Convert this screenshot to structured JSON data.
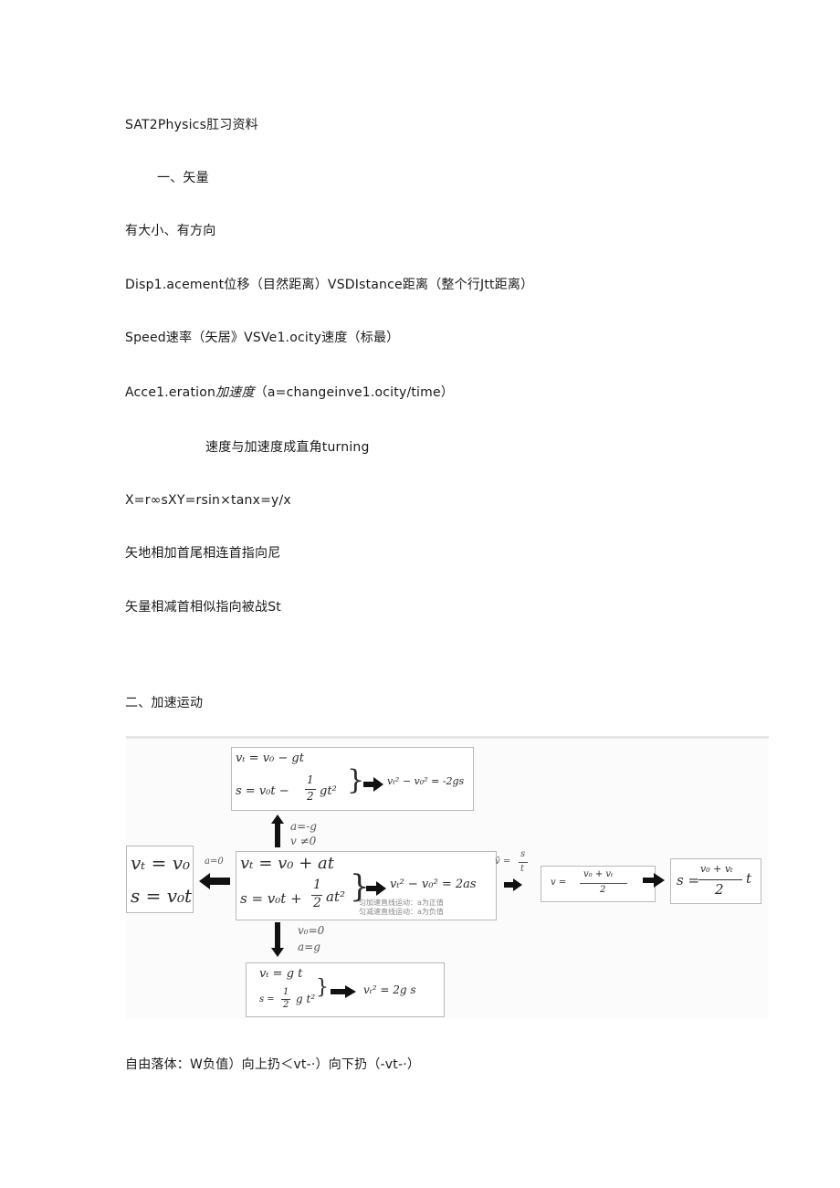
{
  "lines": {
    "title": "SAT2Physics肛习资料",
    "heading1": "一、矢量",
    "l1": "有大小、有方向",
    "l2": "Disp1.acement位移（目然距离）VSDIstance距离（整个行Jtt距离）",
    "l3": "Speed速率（矢居》VSVe1.ocity速度（标最）",
    "l4a": "Acce1.eration",
    "l4b": "加速度",
    "l4c": "（a=changeinve1.ocity/time）",
    "l5": "速度与加速度成直角turning",
    "l6": "X=r∞sXY=rsin×tanx=y∕x",
    "l7": "矢地相加首尾相连首指向尼",
    "l8": "矢量相减首相似指向被战St",
    "heading2": "二、加速运动",
    "footer": "自由落体：W负值）向上扔＜vt-·）向下扔（-vt-·）"
  },
  "diagram": {
    "top_box": {
      "eq1": "vₜ = v₀ − gt",
      "eq2a": "s = v₀t −",
      "eq2frac_n": "1",
      "eq2frac_d": "2",
      "eq2b": "gt²",
      "result": "vₜ² − v₀² = -2gs"
    },
    "up_conditions": {
      "c1": "a=-g",
      "c2": "v ≠0"
    },
    "left_box": {
      "eq1": "vₜ = v₀",
      "eq2": "s = v₀t"
    },
    "left_condition": "a=0",
    "center_box": {
      "eq1": "vₜ = v₀ + at",
      "eq2a": "s = v₀t +",
      "eq2frac_n": "1",
      "eq2frac_d": "2",
      "eq2b": "at²",
      "result": "vₜ² − v₀² = 2as",
      "note1": "匀加速直线运动：a为正值",
      "note2": "匀减速直线运动：a为负值"
    },
    "avg_condition": {
      "num": "s",
      "lhs": "v̄ =",
      "den": "t"
    },
    "avg_box": {
      "lhs": "v =",
      "num": "v₀ + vₜ",
      "den": "2"
    },
    "right_box": {
      "lhs": "s =",
      "num": "v₀ + vₜ",
      "den": "2",
      "tail": "t"
    },
    "down_conditions": {
      "c1": "v₀=0",
      "c2": "a=g"
    },
    "bottom_box": {
      "eq1": "vₜ = g t",
      "eq2a": "s =",
      "eq2frac_n": "1",
      "eq2frac_d": "2",
      "eq2b": "g t²",
      "result": "vₜ² = 2g s"
    }
  }
}
